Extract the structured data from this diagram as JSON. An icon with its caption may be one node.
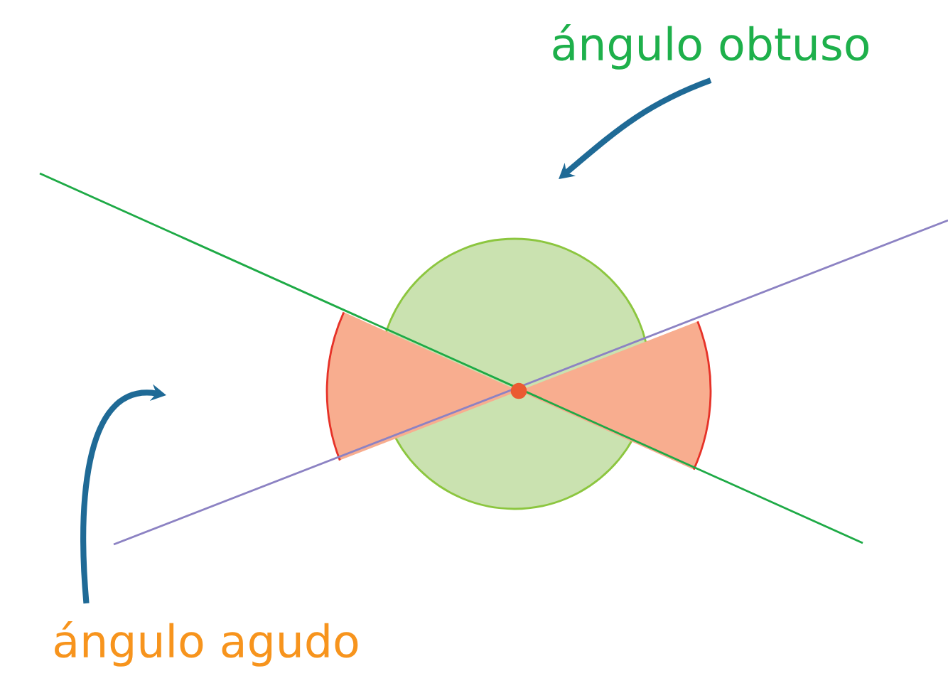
{
  "diagram": {
    "nodes": [
      {
        "text": [
          "ángulo obtuso"
        ]
      },
      {
        "text": [
          "ángulo agudo"
        ]
      }
    ],
    "edges": [
      {
        "from": 0,
        "to": null,
        "arrow": "to"
      },
      {
        "from": 1,
        "to": null,
        "arrow": "to"
      }
    ]
  }
}
